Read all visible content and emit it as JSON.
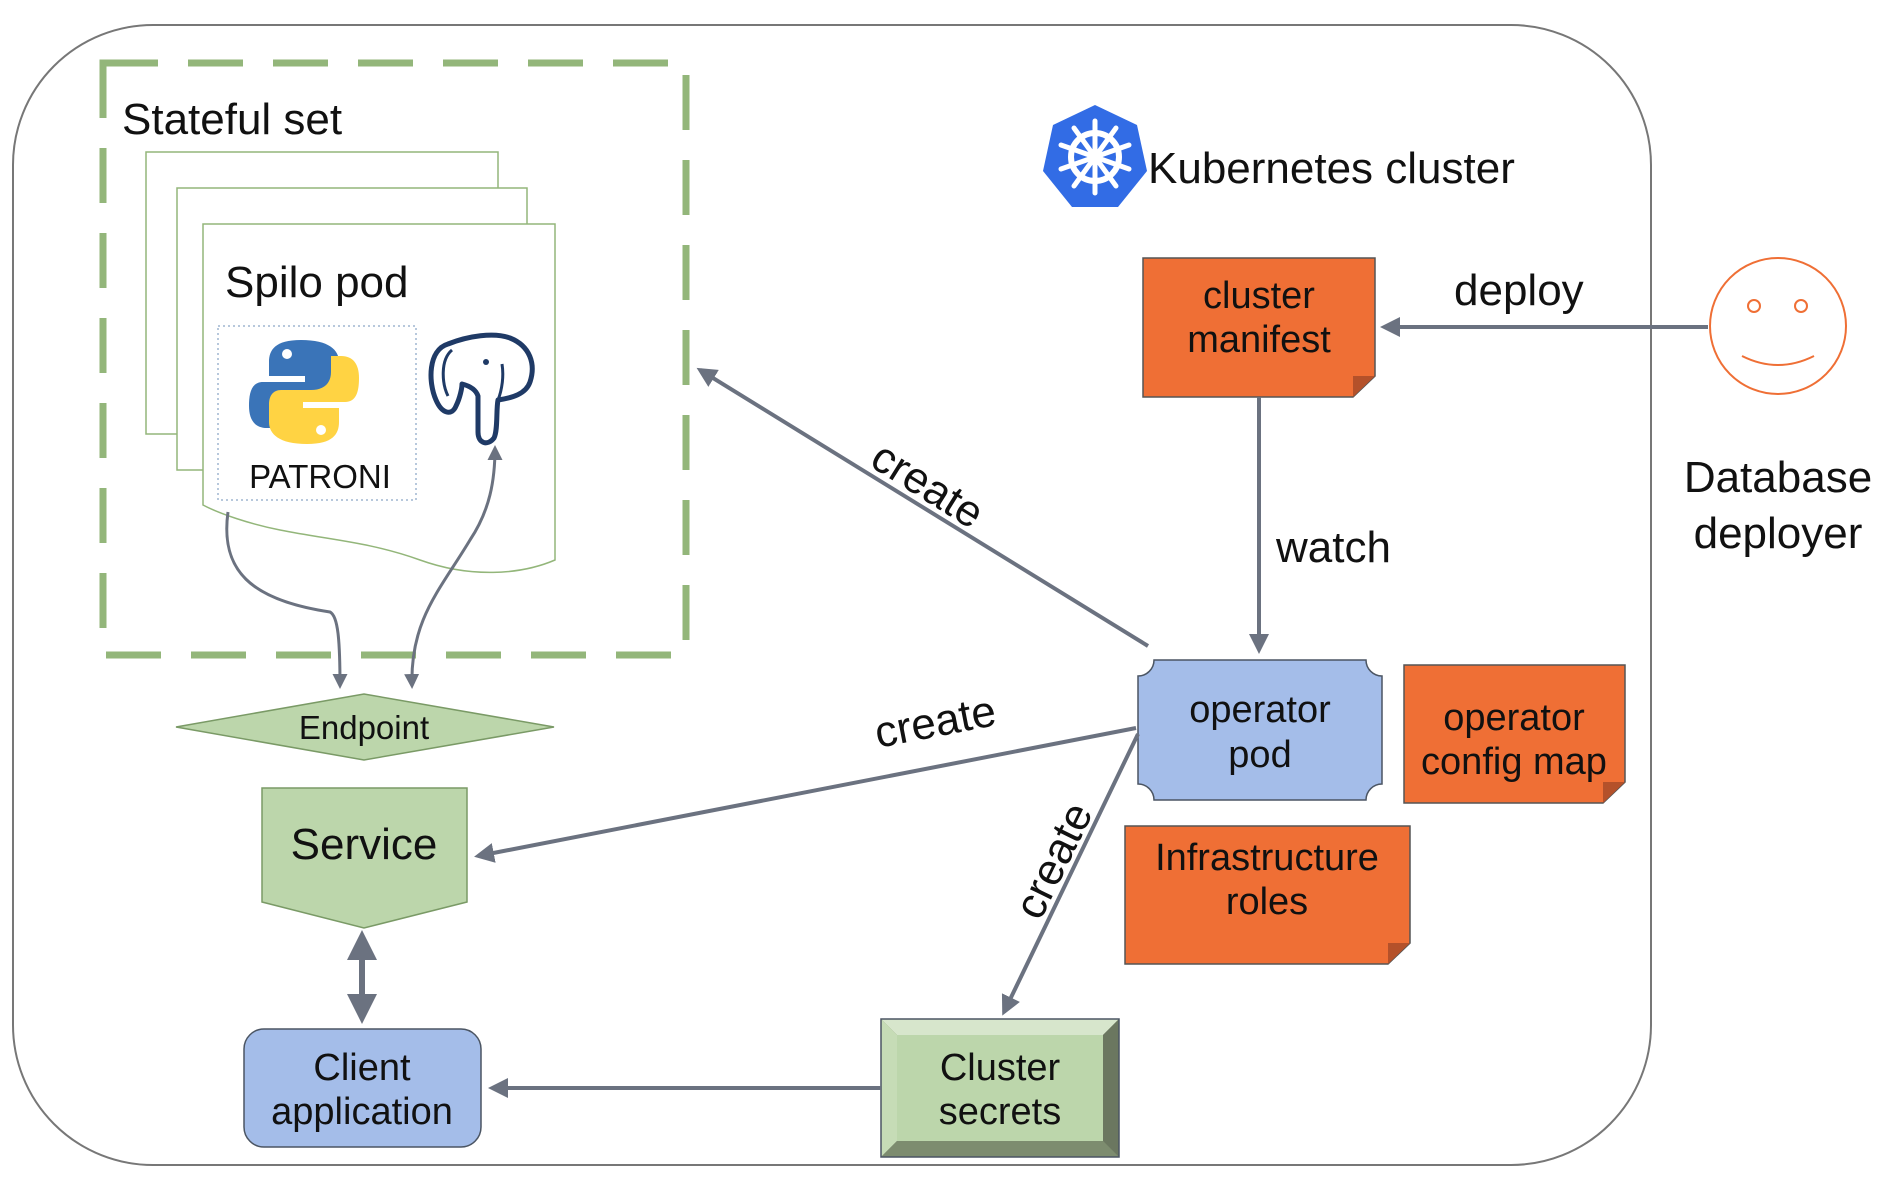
{
  "cluster": {
    "title": "Kubernetes cluster",
    "logo_icon": "kubernetes-helm-icon",
    "logo_color": "#326ce5"
  },
  "statefulset": {
    "title": "Stateful set"
  },
  "spilo_pod": {
    "title": "Spilo pod",
    "patroni_label": "PATRONI",
    "python_icon": "python-logo-icon",
    "postgres_icon": "postgresql-elephant-icon"
  },
  "endpoint": {
    "label": "Endpoint"
  },
  "service": {
    "label": "Service"
  },
  "client_app": {
    "line1": "Client",
    "line2": "application"
  },
  "cluster_secrets": {
    "line1": "Cluster",
    "line2": "secrets"
  },
  "operator_pod": {
    "line1": "operator",
    "line2": "pod"
  },
  "cluster_manifest": {
    "line1": "cluster",
    "line2": "manifest"
  },
  "operator_config": {
    "line1": "operator",
    "line2": "config map"
  },
  "infra_roles": {
    "line1": "Infrastructure",
    "line2": "roles"
  },
  "deployer": {
    "line1": "Database",
    "line2": "deployer",
    "icon": "smiley-face-icon"
  },
  "edges": {
    "deploy": "deploy",
    "watch": "watch",
    "create_statefulset": "create",
    "create_service": "create",
    "create_secrets": "create"
  },
  "colors": {
    "orange": "#ef6f35",
    "blue_box": "#a4bde9",
    "green_box": "#bcd6ab",
    "green_border": "#93b67a",
    "arrow": "#6b7280",
    "cluster_border": "#777777"
  }
}
